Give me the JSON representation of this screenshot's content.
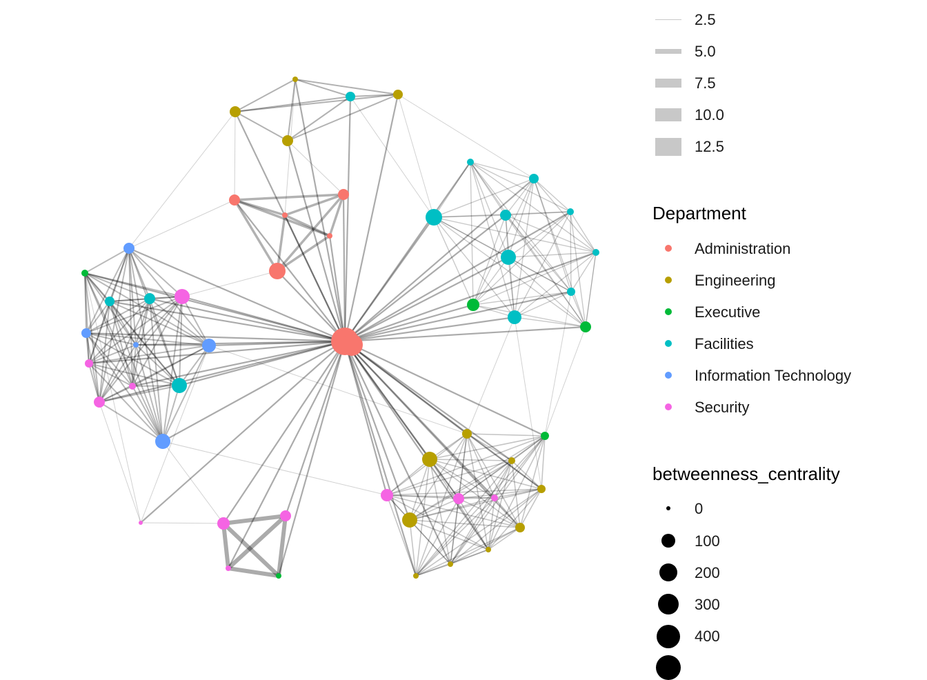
{
  "legend_weight": {
    "items": [
      "2.5",
      "5.0",
      "7.5",
      "10.0",
      "12.5"
    ]
  },
  "legend_department": {
    "title": "Department",
    "items": [
      {
        "label": "Administration",
        "color": "#F8766D"
      },
      {
        "label": "Engineering",
        "color": "#B79F00"
      },
      {
        "label": "Executive",
        "color": "#00BA38"
      },
      {
        "label": "Facilities",
        "color": "#00BFC4"
      },
      {
        "label": "Information Technology",
        "color": "#619CFF"
      },
      {
        "label": "Security",
        "color": "#F564E3"
      }
    ]
  },
  "legend_betweenness": {
    "title": "betweenness_centrality",
    "items": [
      "0",
      "100",
      "200",
      "300",
      "400"
    ]
  }
}
